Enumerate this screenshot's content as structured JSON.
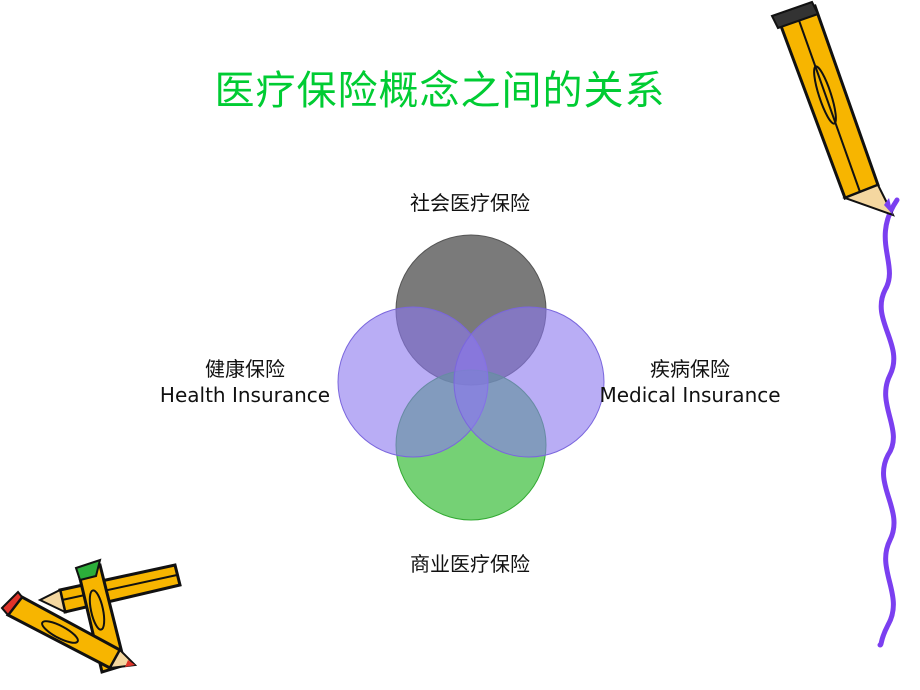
{
  "slide": {
    "title": "医疗保险概念之间的关系"
  },
  "diagram": {
    "top": {
      "label": "社会医疗保险",
      "color": "#555555"
    },
    "bottom": {
      "label": "商业医疗保险",
      "color": "#33bb33"
    },
    "left": {
      "label_cn": "健康保险",
      "label_en": "Health Insurance",
      "color": "#8a77ee"
    },
    "right": {
      "label_cn": "疾病保险",
      "label_en": "Medical Insurance",
      "color": "#8a77ee"
    }
  },
  "decorations": {
    "pencil_color": "#f7b500",
    "wavy_line_color": "#7b3ff0",
    "icons": [
      "pencil-icon",
      "crossed-pencils-icon",
      "wavy-line-icon"
    ]
  }
}
